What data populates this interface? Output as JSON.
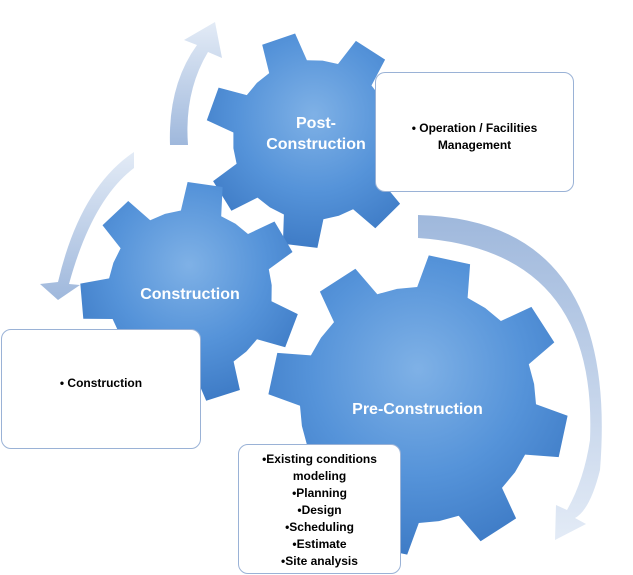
{
  "colors": {
    "gear_light": "#7fb1e6",
    "gear_mid": "#5593d9",
    "gear_dark": "#3c79c4",
    "arrow_light": "#e3ebf6",
    "arrow_dark": "#9fb8dc",
    "box_border": "#9ab2d6",
    "label_text": "#ffffff"
  },
  "gears": {
    "post": {
      "label_line1": "Post-",
      "label_line2": "Construction"
    },
    "construction": {
      "label": "Construction"
    },
    "pre": {
      "label": "Pre-Construction"
    }
  },
  "boxes": {
    "post": {
      "items": [
        "• Operation / Facilities",
        "Management"
      ]
    },
    "construction": {
      "items": [
        "• Construction"
      ]
    },
    "pre": {
      "items": [
        "•Existing conditions",
        "modeling",
        "•Planning",
        "•Design",
        "•Scheduling",
        "•Estimate",
        "•Site analysis"
      ]
    }
  }
}
